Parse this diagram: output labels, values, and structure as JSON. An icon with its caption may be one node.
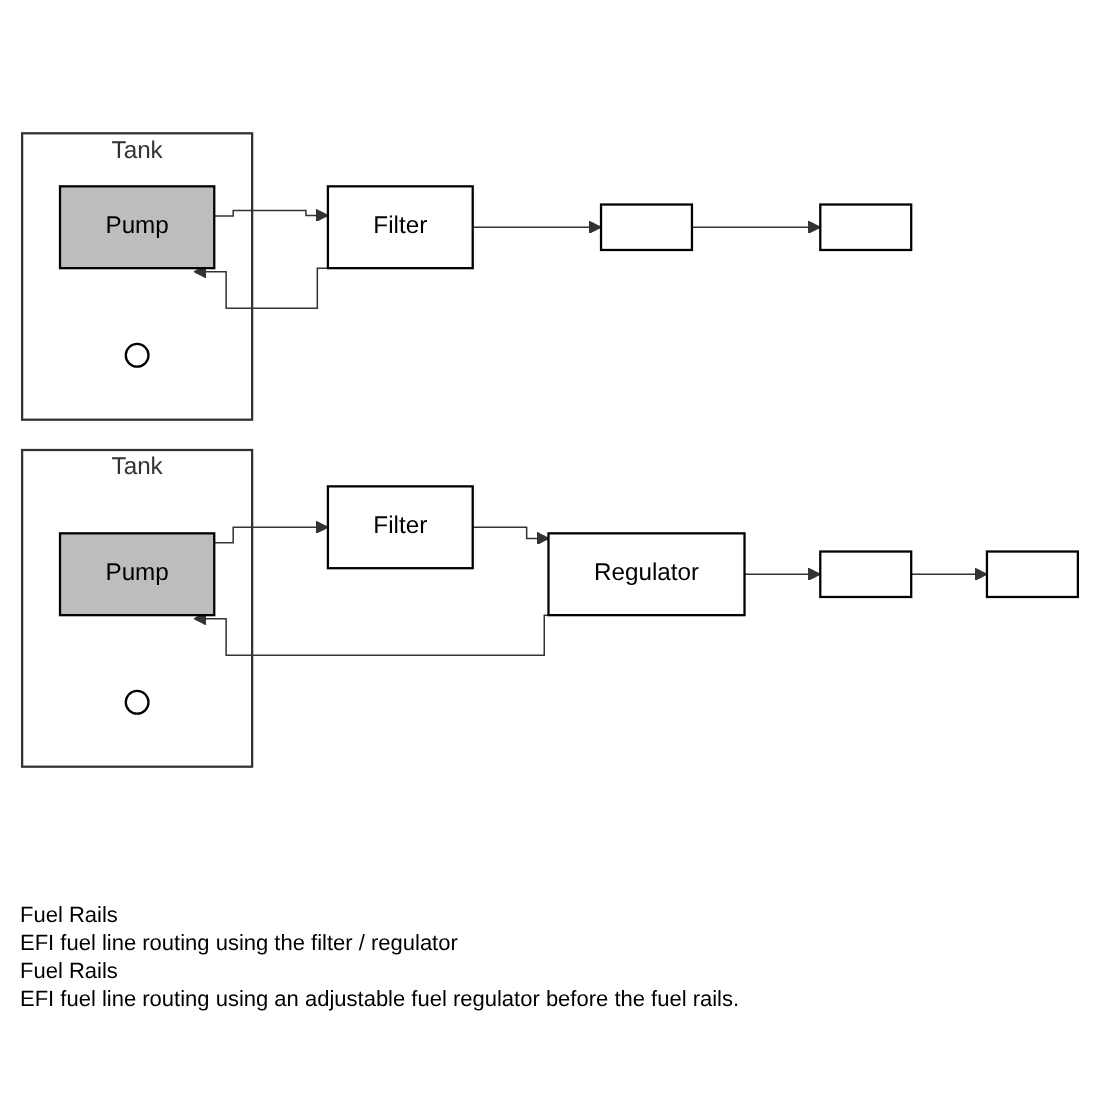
{
  "diagram": {
    "nodes": [
      {
        "text": [
          "Tank"
        ]
      },
      {
        "text": [
          "Pump"
        ],
        "in": 0
      },
      {
        "text": [],
        "shape": "circle",
        "in": 0
      },
      {
        "text": [
          "Filter"
        ]
      },
      {
        "text": [],
        "shape": "bar"
      },
      {
        "text": [],
        "shape": "bar"
      },
      {
        "text": [
          "Tank"
        ]
      },
      {
        "text": [
          "Pump"
        ],
        "in": 6
      },
      {
        "text": [],
        "shape": "circle",
        "in": 6
      },
      {
        "text": [
          "Filter"
        ]
      },
      {
        "text": [
          "Regulator"
        ]
      },
      {
        "text": [],
        "shape": "bar"
      },
      {
        "text": [],
        "shape": "bar"
      }
    ],
    "edges": [
      {
        "from": 3,
        "to": 1,
        "arrow": "to"
      },
      {
        "from": 1,
        "to": 3,
        "arrow": "to"
      },
      {
        "from": 3,
        "to": 5,
        "arrow": "to"
      },
      {
        "from": 5,
        "to": 4,
        "arrow": "to"
      },
      {
        "from": 7,
        "to": 9,
        "arrow": "to"
      },
      {
        "from": 9,
        "to": 10,
        "arrow": "to"
      },
      {
        "from": 10,
        "to": 7,
        "arrow": "to"
      },
      {
        "from": 10,
        "to": 12,
        "arrow": "to"
      },
      {
        "from": 12,
        "to": 11,
        "arrow": "to"
      }
    ],
    "labels": [
      "Fuel Rails",
      "EFI fuel line routing using the filter / regulator",
      "Fuel Rails",
      "EFI fuel line routing using an adjustable fuel regulator before the fuel rails."
    ]
  }
}
